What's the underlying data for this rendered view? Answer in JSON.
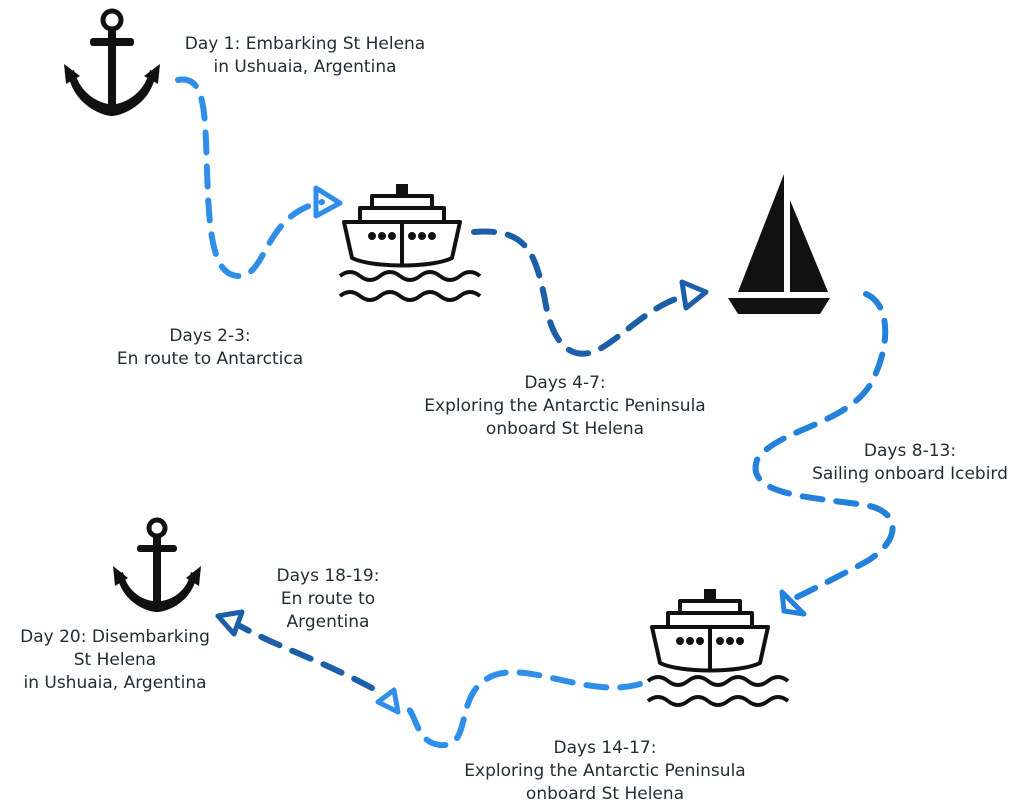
{
  "steps": [
    {
      "lines": [
        "Day 1: Embarking St Helena",
        "in Ushuaia, Argentina"
      ],
      "icon": "anchor-icon"
    },
    {
      "lines": [
        "Days 2-3:",
        "En route to Antarctica"
      ],
      "icon": "none"
    },
    {
      "lines": [
        "Days 4-7:",
        "Exploring the Antarctic Peninsula",
        "onboard St Helena"
      ],
      "icon": "ship-icon"
    },
    {
      "lines": [
        "Days 8-13:",
        "Sailing onboard Icebird"
      ],
      "icon": "sailboat-icon"
    },
    {
      "lines": [
        "Days 14-17:",
        "Exploring the Antarctic Peninsula",
        "onboard St Helena"
      ],
      "icon": "ship-icon"
    },
    {
      "lines": [
        "Days 18-19:",
        "En route to",
        "Argentina"
      ],
      "icon": "none"
    },
    {
      "lines": [
        "Day 20: Disembarking",
        "St Helena",
        "in Ushuaia, Argentina"
      ],
      "icon": "anchor-icon"
    }
  ],
  "colors": {
    "path_light": "#2f8fe8",
    "path_dark": "#1c5fa8",
    "icon": "#111111",
    "text": "#1f2d33"
  }
}
